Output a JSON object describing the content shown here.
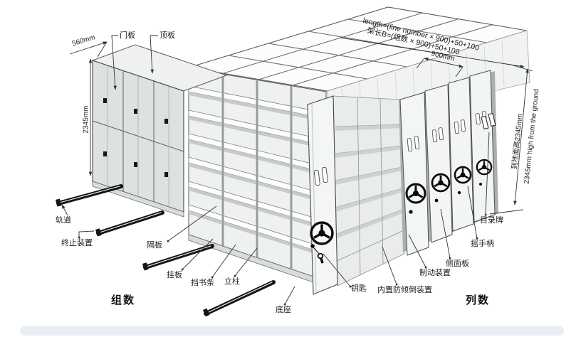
{
  "annotations": {
    "formula_en": "length=(line number × 900)+50+100",
    "formula_cn": "架长B=(组数 × 900)+50+100",
    "dim_top_segment": "900mm",
    "dim_cabinet_depth": "560mm",
    "dim_height_left": "2345mm",
    "dim_height_right_cn": "到地面高2345mm",
    "dim_height_right_en": "2345mm high from the ground"
  },
  "part_labels": {
    "door_panel": "门板",
    "top_panel": "顶板",
    "rail": "轨道",
    "end_stop_device": "终止装置",
    "group_count": "组数",
    "partition_board": "隔板",
    "hanging_board": "挂板",
    "book_stop_strip": "挡书条",
    "upright_column": "立柱",
    "base": "底座",
    "key": "钥匙",
    "anti_tip_device": "内置防倾倒装置",
    "brake_device": "制动装置",
    "side_panel": "侧面板",
    "crank_handle": "摇手柄",
    "catalog_plate": "目录牌",
    "column_count": "列数"
  },
  "colors": {
    "background": "#ffffff",
    "line": "#3f4442",
    "panel_light": "#f2f4f2",
    "panel_mid": "#dde1df",
    "rail_black": "#141414",
    "footer_strip": "#e9eef5"
  }
}
